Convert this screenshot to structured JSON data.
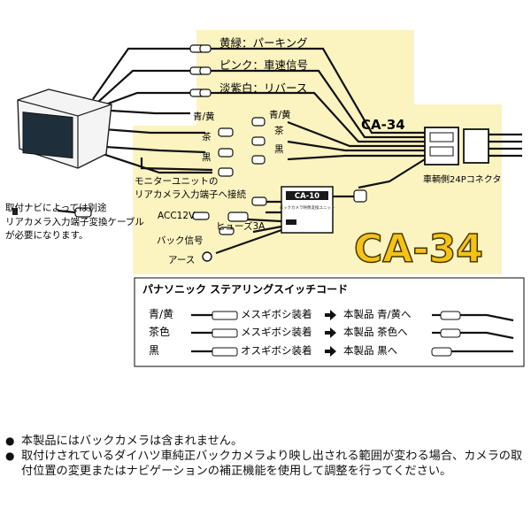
{
  "diagram": {
    "product_code": "CA-34",
    "product_code_large": "CA-34",
    "module_label": "CA-10",
    "module_sub_label": "バックカメラ映像変換ユニット",
    "connector_label": "車輌側24Pコネクタ",
    "top_wires": [
      {
        "label": "黄緑：パーキング"
      },
      {
        "label": "ピンク：車速信号"
      },
      {
        "label": "淡紫白：リバース"
      }
    ],
    "mid_wires_left": [
      "青/黄",
      "茶",
      "黒"
    ],
    "mid_wires_right": [
      "青/黄",
      "茶",
      "黒"
    ],
    "monitor_label_line1": "モニターユニットの",
    "monitor_label_line2": "リアカメラ入力端子へ接続",
    "acc_label": "ACC12V",
    "fuse_label": "ヒューズ3A",
    "back_signal_label": "バック信号",
    "ground_label": "アース",
    "nav_note_line1": "取付ナビによっては別途",
    "nav_note_line2": "リアカメラ入力端子変換ケーブル",
    "nav_note_line3": "が必要になります。",
    "colors": {
      "highlight": "#fbf3c0",
      "title_fill": "#f3c21b",
      "title_stroke": "#4a3800"
    }
  },
  "steering_box": {
    "title": "パナソニック ステアリングスイッチコード",
    "rows": [
      {
        "color": "青/黄",
        "action": "メスギボシ装着",
        "result": "本製品 青/黄へ"
      },
      {
        "color": "茶色",
        "action": "メスギボシ装着",
        "result": "本製品 茶色へ"
      },
      {
        "color": "黒",
        "action": "オスギボシ装着",
        "result": "本製品 黒へ"
      }
    ]
  },
  "notes": [
    {
      "bullet": "●",
      "text": "本製品にはバックカメラは含まれません。"
    },
    {
      "bullet": "●",
      "text": "取付けされているダイハツ車純正バックカメラより映し出される範囲が変わる場合、カメラの取付位置の変更またはナビゲーションの補正機能を使用して調整を行ってください。"
    }
  ]
}
